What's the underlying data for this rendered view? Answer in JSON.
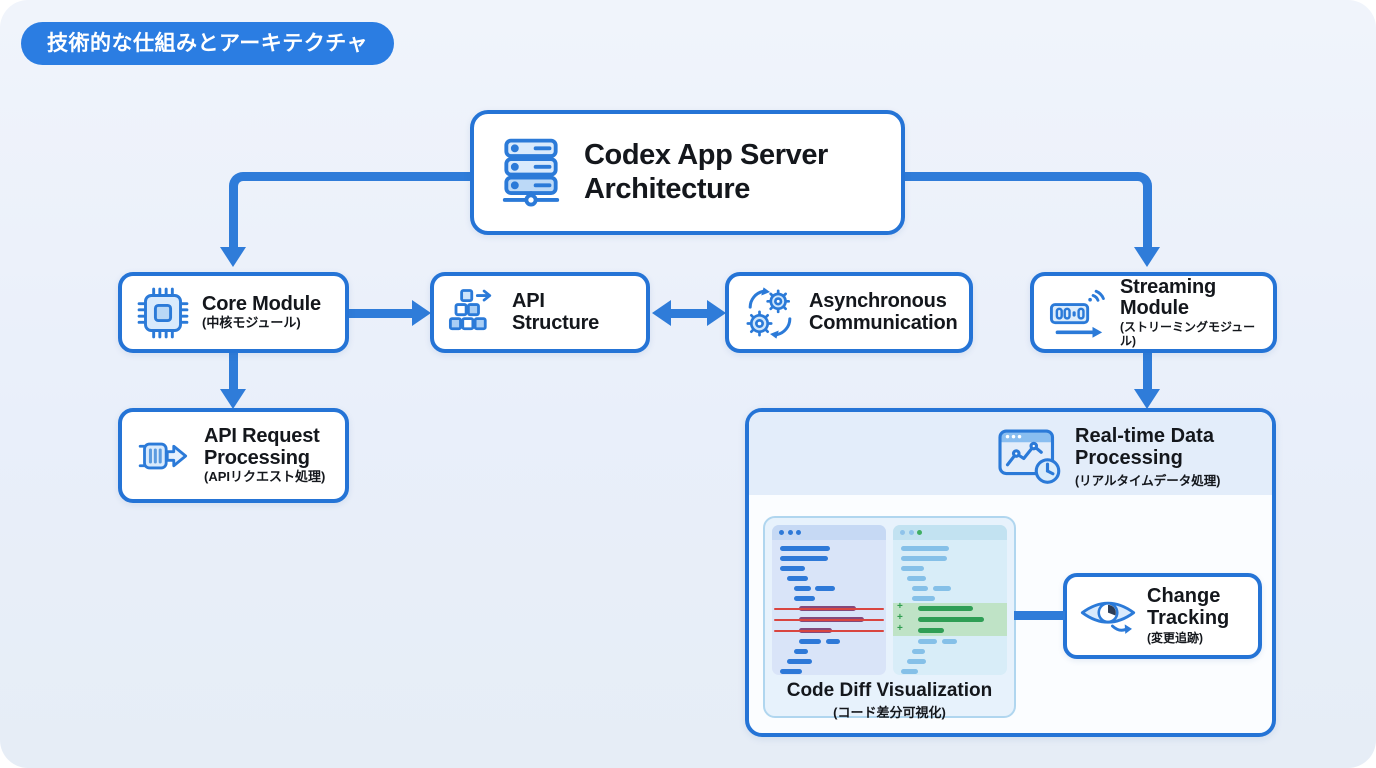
{
  "colors": {
    "accent_border": "#2574d6",
    "arrow_blue": "#2f7cd9",
    "badge_bg": "#2b7de2",
    "page_bg": "#e9effa",
    "panel_header_bg": "#e3edfa"
  },
  "badge": {
    "label": "技術的な仕組みとアーキテクチャ"
  },
  "server_box": {
    "title": "Codex App Server Architecture"
  },
  "nodes": {
    "core_module": {
      "title": "Core Module",
      "subtitle": "(中核モジュール)"
    },
    "api_structure": {
      "title": "API Structure"
    },
    "async_communication": {
      "title": "Asynchronous Communication"
    },
    "streaming_module": {
      "title": "Streaming Module",
      "subtitle": "(ストリーミングモジュール)"
    },
    "api_request_processing": {
      "title": "API Request Processing",
      "subtitle": "(APIリクエスト処理)"
    },
    "realtime_processing": {
      "title": "Real-time Data Processing",
      "subtitle": "(リアルタイムデータ処理)"
    },
    "code_diff": {
      "title": "Code Diff Visualization",
      "subtitle": "(コード差分可視化)"
    },
    "change_tracking": {
      "title": "Change Tracking",
      "subtitle": "(変更追跡)"
    }
  },
  "diff_card": {
    "left": {
      "bg": "#d9e4f8",
      "header_bg": "#c6d9f4",
      "dots": [
        "#2e79d8",
        "#2e79d8",
        "#2e79d8"
      ],
      "bar_color": "#2e79d8",
      "del_bar_color": "#82497c",
      "del_line_color": "#d94540",
      "rows": [
        {
          "type": "code",
          "bars": [
            [
              7,
              44
            ]
          ]
        },
        {
          "type": "code",
          "bars": [
            [
              7,
              42
            ]
          ]
        },
        {
          "type": "code",
          "bars": [
            [
              7,
              22
            ]
          ]
        },
        {
          "type": "code",
          "bars": [
            [
              13,
              19
            ]
          ]
        },
        {
          "type": "code",
          "bars": [
            [
              19,
              15
            ],
            [
              38,
              17
            ]
          ]
        },
        {
          "type": "code",
          "bars": [
            [
              19,
              19
            ]
          ]
        },
        {
          "type": "del",
          "bars": [
            [
              24,
              50
            ]
          ]
        },
        {
          "type": "del",
          "bars": [
            [
              24,
              57
            ]
          ]
        },
        {
          "type": "del",
          "bars": [
            [
              24,
              29
            ]
          ]
        },
        {
          "type": "code",
          "bars": [
            [
              24,
              19
            ],
            [
              47,
              13
            ]
          ]
        },
        {
          "type": "code",
          "bars": [
            [
              19,
              13
            ]
          ]
        },
        {
          "type": "code",
          "bars": [
            [
              13,
              22
            ]
          ]
        },
        {
          "type": "code",
          "bars": [
            [
              7,
              19
            ]
          ]
        }
      ]
    },
    "right": {
      "bg": "#d8edf8",
      "header_bg": "#c2e2f1",
      "dots": [
        "#8fc3ea",
        "#8fc3ea",
        "#3fae63"
      ],
      "bar_color": "#85c0e8",
      "add_bar_color": "#2f9e55",
      "add_row_bg": "#bfe3c6",
      "plus_color": "#2f9e4f",
      "plus_glyph": "+",
      "rows": [
        {
          "type": "code",
          "bars": [
            [
              7,
              42
            ]
          ]
        },
        {
          "type": "code",
          "bars": [
            [
              7,
              40
            ]
          ]
        },
        {
          "type": "code",
          "bars": [
            [
              7,
              20
            ]
          ]
        },
        {
          "type": "code",
          "bars": [
            [
              12,
              17
            ]
          ]
        },
        {
          "type": "code",
          "bars": [
            [
              17,
              14
            ],
            [
              35,
              16
            ]
          ]
        },
        {
          "type": "code",
          "bars": [
            [
              17,
              20
            ]
          ]
        },
        {
          "type": "add",
          "bars": [
            [
              22,
              48
            ]
          ]
        },
        {
          "type": "add",
          "bars": [
            [
              22,
              58
            ]
          ]
        },
        {
          "type": "add",
          "bars": [
            [
              22,
              23
            ]
          ]
        },
        {
          "type": "code",
          "bars": [
            [
              22,
              17
            ],
            [
              43,
              13
            ]
          ]
        },
        {
          "type": "code",
          "bars": [
            [
              17,
              11
            ]
          ]
        },
        {
          "type": "code",
          "bars": [
            [
              12,
              17
            ]
          ]
        },
        {
          "type": "code",
          "bars": [
            [
              7,
              15
            ]
          ]
        }
      ]
    }
  }
}
